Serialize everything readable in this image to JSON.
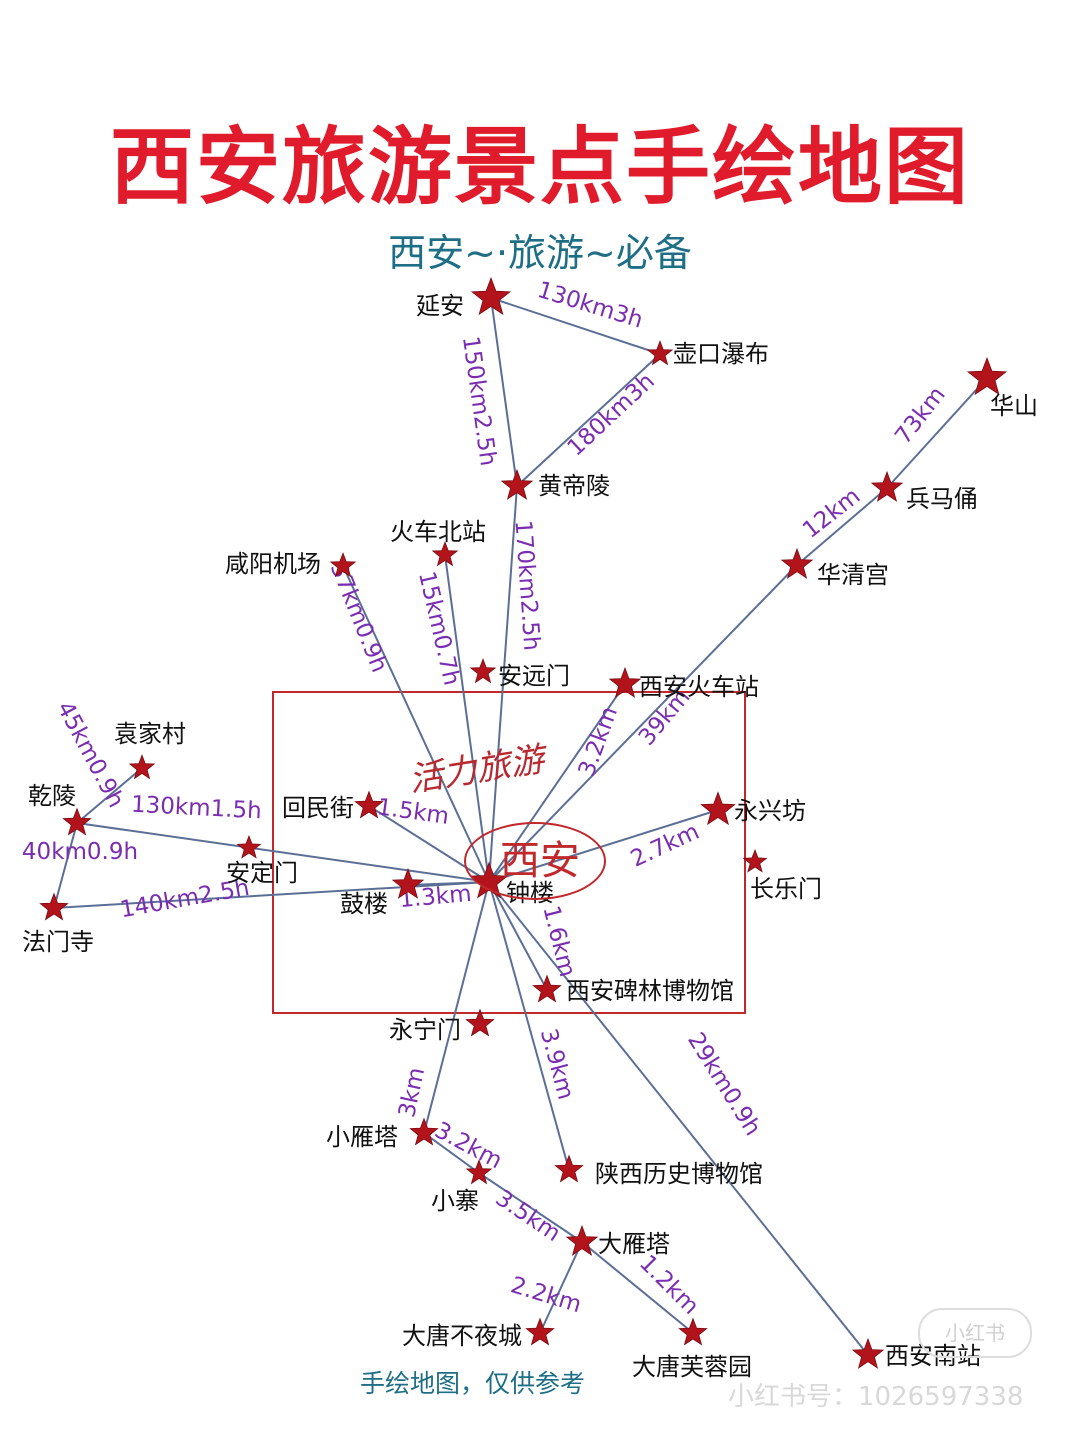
{
  "title": "西安旅游景点手绘地图",
  "subtitle": "西安~·旅游~必备",
  "footer_note": "手绘地图，仅供参考",
  "watermark": "小红书号：1026597338",
  "watermark_badge": "小红书",
  "city_label": "西安",
  "stamp_text": "活力旅游",
  "colors": {
    "title": "#e01b2c",
    "subtitle": "#1e6e86",
    "route": "#5b6f96",
    "distance": "#7a2db0",
    "star": "#b3141c",
    "box": "#c0282b"
  },
  "places": [
    {
      "id": "yanan",
      "name": "延安"
    },
    {
      "id": "hukou",
      "name": "壶口瀑布"
    },
    {
      "id": "huangdi",
      "name": "黄帝陵"
    },
    {
      "id": "huashan",
      "name": "华山"
    },
    {
      "id": "bingma",
      "name": "兵马俑"
    },
    {
      "id": "huaqing",
      "name": "华清宫"
    },
    {
      "id": "beizhan",
      "name": "火车北站"
    },
    {
      "id": "xianyang",
      "name": "咸阳机场"
    },
    {
      "id": "anyuan",
      "name": "安远门"
    },
    {
      "id": "huochezhan",
      "name": "西安火车站"
    },
    {
      "id": "yuanjia",
      "name": "袁家村"
    },
    {
      "id": "qianling",
      "name": "乾陵"
    },
    {
      "id": "huimin",
      "name": "回民街"
    },
    {
      "id": "yongxing",
      "name": "永兴坊"
    },
    {
      "id": "anding",
      "name": "安定门"
    },
    {
      "id": "changle",
      "name": "长乐门"
    },
    {
      "id": "zhonglou",
      "name": "钟楼"
    },
    {
      "id": "gulou",
      "name": "鼓楼"
    },
    {
      "id": "famen",
      "name": "法门寺"
    },
    {
      "id": "beilin",
      "name": "西安碑林博物馆"
    },
    {
      "id": "yongning",
      "name": "永宁门"
    },
    {
      "id": "xiaoyan",
      "name": "小雁塔"
    },
    {
      "id": "shaanxi",
      "name": "陕西历史博物馆"
    },
    {
      "id": "xiaozhai",
      "name": "小寨"
    },
    {
      "id": "dayan",
      "name": "大雁塔"
    },
    {
      "id": "budye",
      "name": "大唐不夜城"
    },
    {
      "id": "furong",
      "name": "大唐芙蓉园"
    },
    {
      "id": "nanzhan",
      "name": "西安南站"
    }
  ],
  "routes": [
    {
      "from": "yanan",
      "to": "hukou",
      "label": "130km3h"
    },
    {
      "from": "yanan",
      "to": "huangdi",
      "label": "150km2.5h"
    },
    {
      "from": "hukou",
      "to": "huangdi",
      "label": "180km3h"
    },
    {
      "from": "huangdi",
      "to": "zhonglou",
      "label": "170km2.5h"
    },
    {
      "from": "huashan",
      "to": "bingma",
      "label": "73km"
    },
    {
      "from": "bingma",
      "to": "huaqing",
      "label": "12km"
    },
    {
      "from": "huaqing",
      "to": "zhonglou",
      "label": "39km"
    },
    {
      "from": "xianyang",
      "to": "zhonglou",
      "label": "37km0.9h"
    },
    {
      "from": "beizhan",
      "to": "zhonglou",
      "label": "15km0.7h"
    },
    {
      "from": "huochezhan",
      "to": "zhonglou",
      "label": "3.2km"
    },
    {
      "from": "yongxing",
      "to": "zhonglou",
      "label": "2.7km"
    },
    {
      "from": "huimin",
      "to": "zhonglou",
      "label": "1.5km"
    },
    {
      "from": "gulou",
      "to": "zhonglou",
      "label": "1.3km"
    },
    {
      "from": "beilin",
      "to": "zhonglou",
      "label": "1.6km"
    },
    {
      "from": "qianling",
      "to": "zhonglou",
      "label": "130km1.5h"
    },
    {
      "from": "famen",
      "to": "zhonglou",
      "label": "140km2.5h"
    },
    {
      "from": "qianling",
      "to": "yuanjia",
      "label": "45km0.9h"
    },
    {
      "from": "qianling",
      "to": "famen",
      "label": "40km0.9h"
    },
    {
      "from": "zhonglou",
      "to": "xiaoyan",
      "label": "3km"
    },
    {
      "from": "zhonglou",
      "to": "shaanxi",
      "label": "3.9km"
    },
    {
      "from": "zhonglou",
      "to": "nanzhan",
      "label": "29km0.9h"
    },
    {
      "from": "xiaoyan",
      "to": "xiaozhai",
      "label": "3.2km"
    },
    {
      "from": "xiaozhai",
      "to": "dayan",
      "label": "3.5km"
    },
    {
      "from": "dayan",
      "to": "budye",
      "label": "2.2km"
    },
    {
      "from": "dayan",
      "to": "furong",
      "label": "1.2km"
    }
  ]
}
